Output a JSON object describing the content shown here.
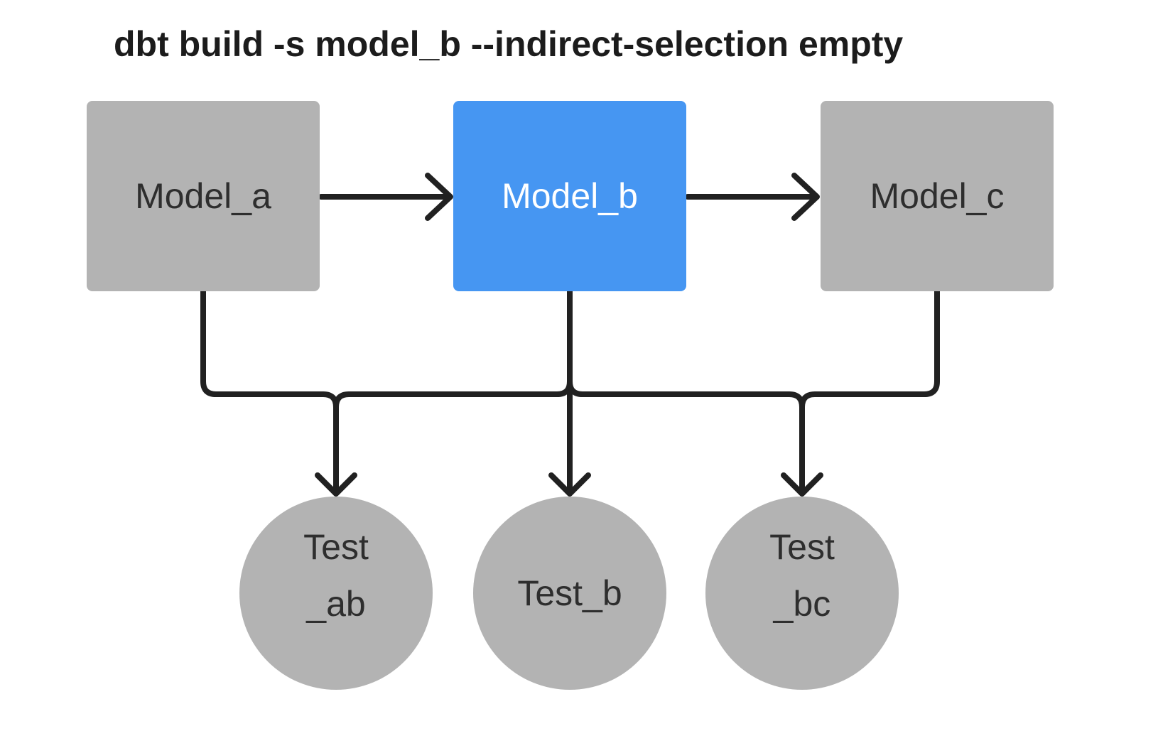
{
  "title": "dbt build -s model_b --indirect-selection empty",
  "colors": {
    "background": "#ffffff",
    "node_gray": "#b3b3b3",
    "selected_blue": "#4696f2",
    "edge": "#212121",
    "node_text": "#2e2e2e",
    "selected_node_text": "#ffffff",
    "title_text": "#1c1c1c"
  },
  "nodes": {
    "models": [
      {
        "id": "model_a",
        "label": "Model_a",
        "state": "unselected"
      },
      {
        "id": "model_b",
        "label": "Model_b",
        "state": "selected"
      },
      {
        "id": "model_c",
        "label": "Model_c",
        "state": "unselected"
      }
    ],
    "tests": [
      {
        "id": "test_ab",
        "label": "Test_ab",
        "lines": [
          "Test",
          "_ab"
        ]
      },
      {
        "id": "test_b",
        "label": "Test_b",
        "lines": [
          "Test_b"
        ]
      },
      {
        "id": "test_bc",
        "label": "Test_bc",
        "lines": [
          "Test",
          "_bc"
        ]
      }
    ]
  },
  "edges": [
    {
      "from": "model_a",
      "to": "model_b"
    },
    {
      "from": "model_b",
      "to": "model_c"
    },
    {
      "from": "model_a",
      "to": "test_ab"
    },
    {
      "from": "model_b",
      "to": "test_ab"
    },
    {
      "from": "model_b",
      "to": "test_b"
    },
    {
      "from": "model_b",
      "to": "test_bc"
    },
    {
      "from": "model_c",
      "to": "test_bc"
    }
  ]
}
